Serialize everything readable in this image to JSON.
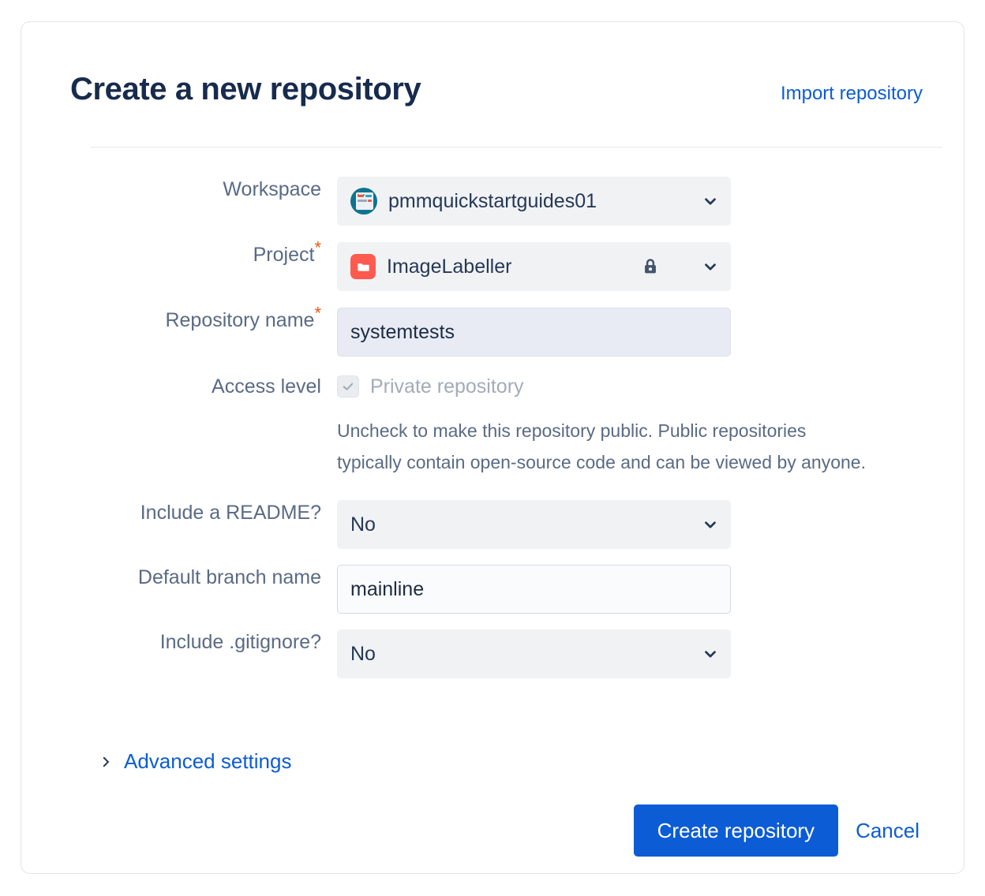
{
  "header": {
    "title": "Create a new repository",
    "import_link": "Import repository"
  },
  "form": {
    "workspace": {
      "label": "Workspace",
      "value": "pmmquickstartguides01",
      "avatar_icon": "workspace-avatar-icon",
      "chevron_icon": "chevron-down-icon"
    },
    "project": {
      "label": "Project",
      "required_marker": "*",
      "value": "ImageLabeller",
      "project_icon": "folder-icon",
      "lock_icon": "lock-icon",
      "chevron_icon": "chevron-down-icon"
    },
    "repository_name": {
      "label": "Repository name",
      "required_marker": "*",
      "value": "systemtests",
      "placeholder": ""
    },
    "access_level": {
      "label": "Access level",
      "checkbox_label": "Private repository",
      "checked": true,
      "disabled": true,
      "check_icon": "check-icon",
      "help_text": "Uncheck to make this repository public. Public repositories typically contain open-source code and can be viewed by anyone."
    },
    "include_readme": {
      "label": "Include a README?",
      "value": "No",
      "chevron_icon": "chevron-down-icon"
    },
    "default_branch": {
      "label": "Default branch name",
      "value": "mainline",
      "placeholder": ""
    },
    "include_gitignore": {
      "label": "Include .gitignore?",
      "value": "No",
      "chevron_icon": "chevron-down-icon"
    },
    "advanced_settings": {
      "label": "Advanced settings",
      "caret_icon": "chevron-right-icon",
      "expanded": false
    }
  },
  "footer": {
    "submit_label": "Create repository",
    "cancel_label": "Cancel"
  },
  "colors": {
    "title": "#172B4D",
    "link": "#0B5CD5",
    "primary_button": "#0B5CD5",
    "label": "#5A6A85",
    "required": "#E8590C",
    "project_icon": "#FF5A4F",
    "workspace_avatar": "#0E7490",
    "field_bg": "#F1F2F4",
    "focused_field_bg": "#E8EBF4"
  }
}
